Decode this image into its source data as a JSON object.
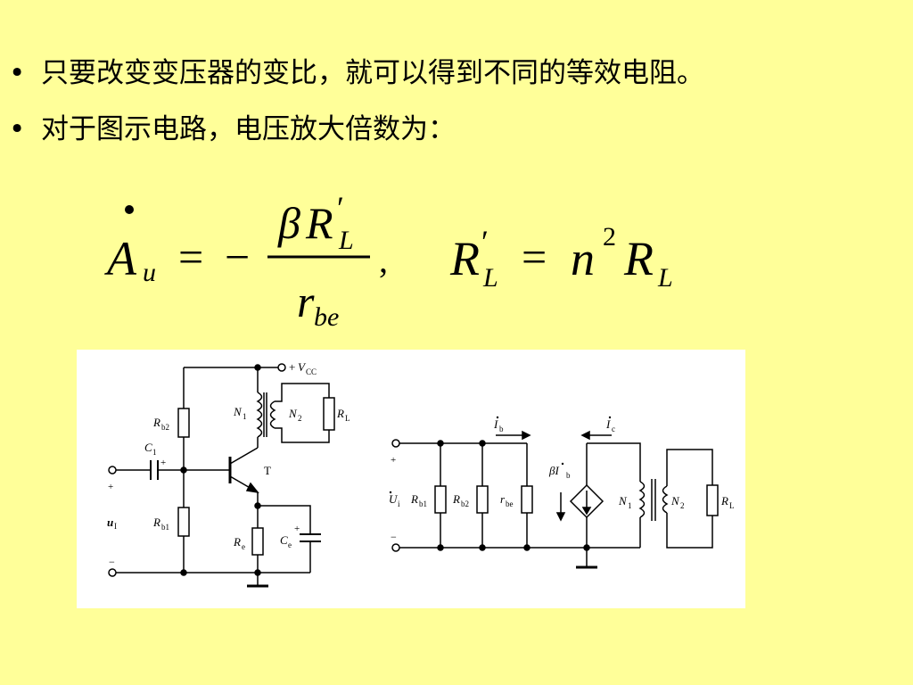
{
  "bullets": [
    {
      "marker": "•",
      "text": "只要改变变压器的变比，就可以得到不同的等效电阻。"
    },
    {
      "marker": "•",
      "text": "对于图示电路，电压放大倍数为："
    }
  ],
  "formula": {
    "lhs_symbol": "A",
    "lhs_subscript": "u",
    "equals": "=",
    "minus": "−",
    "numerator_beta": "β",
    "numerator_R": "R",
    "numerator_prime": "′",
    "numerator_sub": "L",
    "denominator_r": "r",
    "denominator_sub": "be",
    "comma": ",",
    "rhs_R": "R",
    "rhs_prime": "′",
    "rhs_sub": "L",
    "rhs_equals": "=",
    "rhs_n": "n",
    "rhs_exp": "2",
    "rhs_R2": "R",
    "rhs_sub2": "L"
  },
  "circuit_left": {
    "vcc_plus": "+",
    "vcc_V": "V",
    "vcc_sub": "CC",
    "rb2": "R",
    "rb2_sub": "b2",
    "rb1": "R",
    "rb1_sub": "b1",
    "c1": "C",
    "c1_sub": "1",
    "c1_plus": "+",
    "n1": "N",
    "n1_sub": "1",
    "n2": "N",
    "n2_sub": "2",
    "rl": "R",
    "rl_sub": "L",
    "transistor": "T",
    "re": "R",
    "re_sub": "e",
    "ce": "C",
    "ce_sub": "e",
    "ce_plus": "+",
    "in_plus": "+",
    "in_minus": "−",
    "ui": "u",
    "ui_sub": "I"
  },
  "circuit_right": {
    "in_plus": "+",
    "in_minus": "−",
    "ui": "U",
    "ui_sub": "i",
    "rb1": "R",
    "rb1_sub": "b1",
    "rb2": "R",
    "rb2_sub": "b2",
    "rbe": "r",
    "rbe_sub": "be",
    "ib": "I",
    "ib_sub": "b",
    "ic": "I",
    "ic_sub": "c",
    "beta_ib": "βI",
    "beta_ib_sub": "b",
    "n1": "N",
    "n1_sub": "1",
    "n2": "N",
    "n2_sub": "2",
    "rl": "R",
    "rl_sub": "L"
  }
}
